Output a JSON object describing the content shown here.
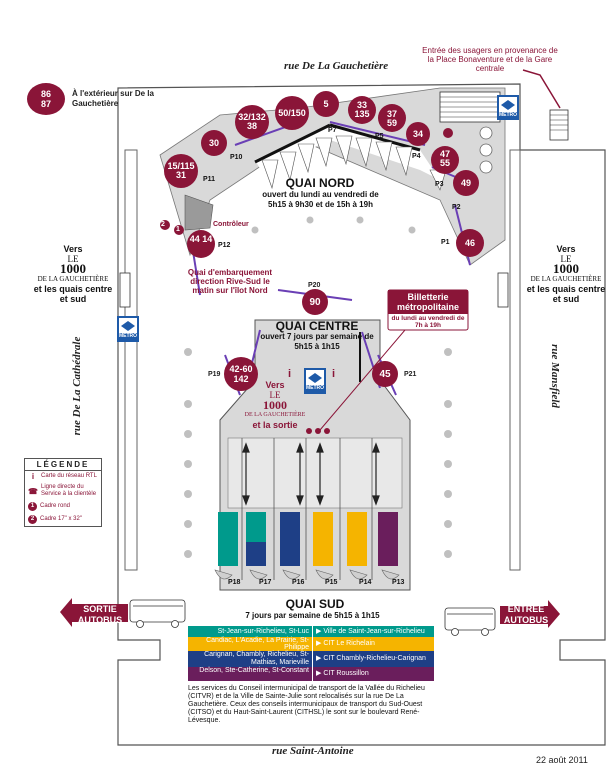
{
  "streets": {
    "north": "rue De La Gauchetière",
    "south": "rue Saint-Antoine",
    "west": "rue De La Cathédrale",
    "east": "rue Mansfield"
  },
  "top_right_note": "Entrée des usagers en provenance de la Place Bonaventure et de la Gare centrale",
  "exterior_routes": {
    "numbers": [
      "86",
      "87"
    ],
    "label": "À l'extérieur sur De la Gauchetière"
  },
  "quai_nord": {
    "title": "QUAI NORD",
    "hours": "ouvert du lundi au vendredi de 5h15 à 9h30 et de 15h à 19h",
    "bubbles": [
      "30",
      "32/132 38",
      "50/150",
      "5",
      "33 135",
      "37 59",
      "34",
      "47 55",
      "49",
      "46",
      "15/115 31",
      "44 14"
    ],
    "posts": [
      "P10",
      "P11",
      "P7",
      "P5",
      "P4",
      "P3",
      "P2",
      "P1",
      "P12"
    ]
  },
  "controleur": "Contrôleur",
  "embarkation_note": "Quai d'embarquement direction Rive-Sud le matin sur l'îlot Nord",
  "vers_1000": {
    "vers": "Vers",
    "le": "LE",
    "number": "1000",
    "street": "DE LA GAUCHETIÈRE",
    "tail": "et les quais centre et sud"
  },
  "quai_centre": {
    "title": "QUAI CENTRE",
    "hours": "ouvert 7 jours par semaine de 5h15 à 1h15",
    "bubbles": [
      "90",
      "42-60 142",
      "45"
    ],
    "posts": [
      "P20",
      "P19",
      "P21"
    ],
    "inner_note": {
      "vers": "Vers",
      "le": "LE",
      "number": "1000",
      "street": "DE LA GAUCHETIÈRE",
      "tail": "et la sortie"
    }
  },
  "billetterie": {
    "title": "Billetterie métropolitaine",
    "hours": "du lundi au vendredi de 7h à 19h"
  },
  "metro_label": "MÉTRO",
  "quai_sud": {
    "title": "QUAI SUD",
    "hours": "7 jours par semaine de 5h15 à 1h15",
    "posts": [
      "P18",
      "P17",
      "P16",
      "P15",
      "P14",
      "P13"
    ],
    "bay_colors": [
      "#009a8c",
      "#0f7a5c",
      "#1e3f86",
      "#f5b400",
      "#f5b400",
      "#6a1e5c"
    ]
  },
  "route_table": [
    {
      "left": "St-Jean-sur-Richelieu, St-Luc",
      "right": "Ville de Saint-Jean-sur-Richelieu",
      "color": "#009a8c"
    },
    {
      "left": "Candiac, L'Acadie, La Prairie, St-Philippe",
      "right": "CIT Le Richelain",
      "color": "#f5b400"
    },
    {
      "left": "Carignan, Chambly, Richelieu, St-Mathias, Marieville",
      "right": "CIT Chambly-Richelieu-Carignan",
      "color": "#1e3f86"
    },
    {
      "left": "Delson, Ste-Catherine, St-Constant",
      "right": "CIT Roussillon",
      "color": "#6a1e5c"
    }
  ],
  "bus_note": "Les services du Conseil intermunicipal de transport de la Vallée du Richelieu (CITVR) et de la Ville de Sainte-Julie sont relocalisés sur la rue De La Gauchetière. Ceux des conseils intermunicipaux de transport du Sud-Ouest (CITSO) et du Haut-Saint-Laurent (CITHSL) le sont sur le boulevard René-Lévesque.",
  "sortie": "SORTIE AUTOBUS",
  "entree": "ENTRÉE AUTOBUS",
  "legend": {
    "title": "LÉGENDE",
    "items": [
      {
        "symbol": "i",
        "label": "Carte du réseau RTL"
      },
      {
        "symbol": "☎",
        "label": "Ligne directe du Service à la clientèle"
      },
      {
        "symbol": "1",
        "label": "Cadre rond"
      },
      {
        "symbol": "2",
        "label": "Cadre 17\" x 32\""
      }
    ]
  },
  "date": "22 août 2011",
  "colors": {
    "bubble": "#8a1538",
    "platform": "#d9d9d9",
    "wall": "#444444",
    "stroke": "#6a3fb5"
  }
}
